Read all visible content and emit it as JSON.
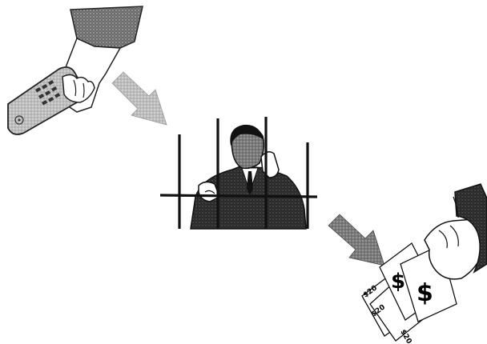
{
  "illustration": {
    "panels": [
      {
        "id": "phone",
        "icon": "hand-holding-phone-icon"
      },
      {
        "id": "jail",
        "icon": "man-behind-bars-icon"
      },
      {
        "id": "money",
        "icon": "hand-holding-cash-icon"
      }
    ],
    "arrows": [
      {
        "id": "arrow-1",
        "icon": "diagonal-arrow-icon",
        "shade": "#b9b9b9"
      },
      {
        "id": "arrow-2",
        "icon": "diagonal-arrow-icon",
        "shade": "#6f6f6f"
      }
    ],
    "bill_symbol": "$",
    "bill_denomination": "$20"
  }
}
